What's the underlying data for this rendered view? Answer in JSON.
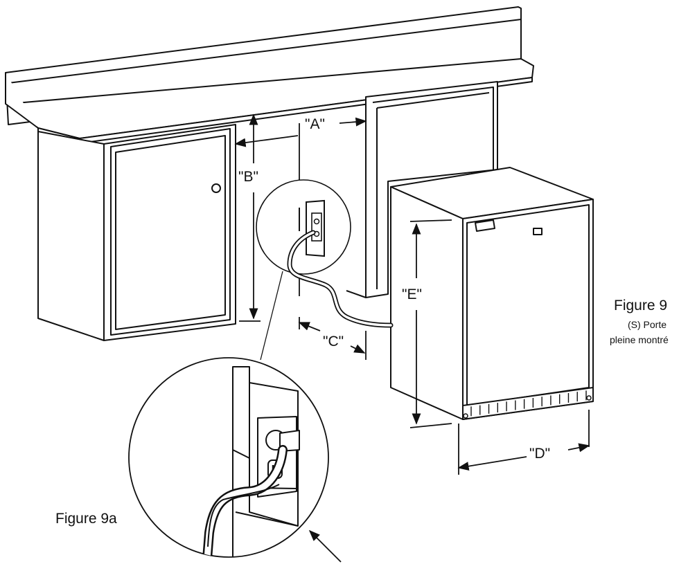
{
  "dimensions": {
    "a": "\"A\"",
    "b": "\"B\"",
    "c": "\"C\"",
    "d": "\"D\"",
    "e": "\"E\""
  },
  "figure_9": {
    "title": "Figure 9",
    "caption_line1": "(S) Porte",
    "caption_line2": "pleine montré"
  },
  "figure_9a": {
    "title": "Figure 9a"
  }
}
